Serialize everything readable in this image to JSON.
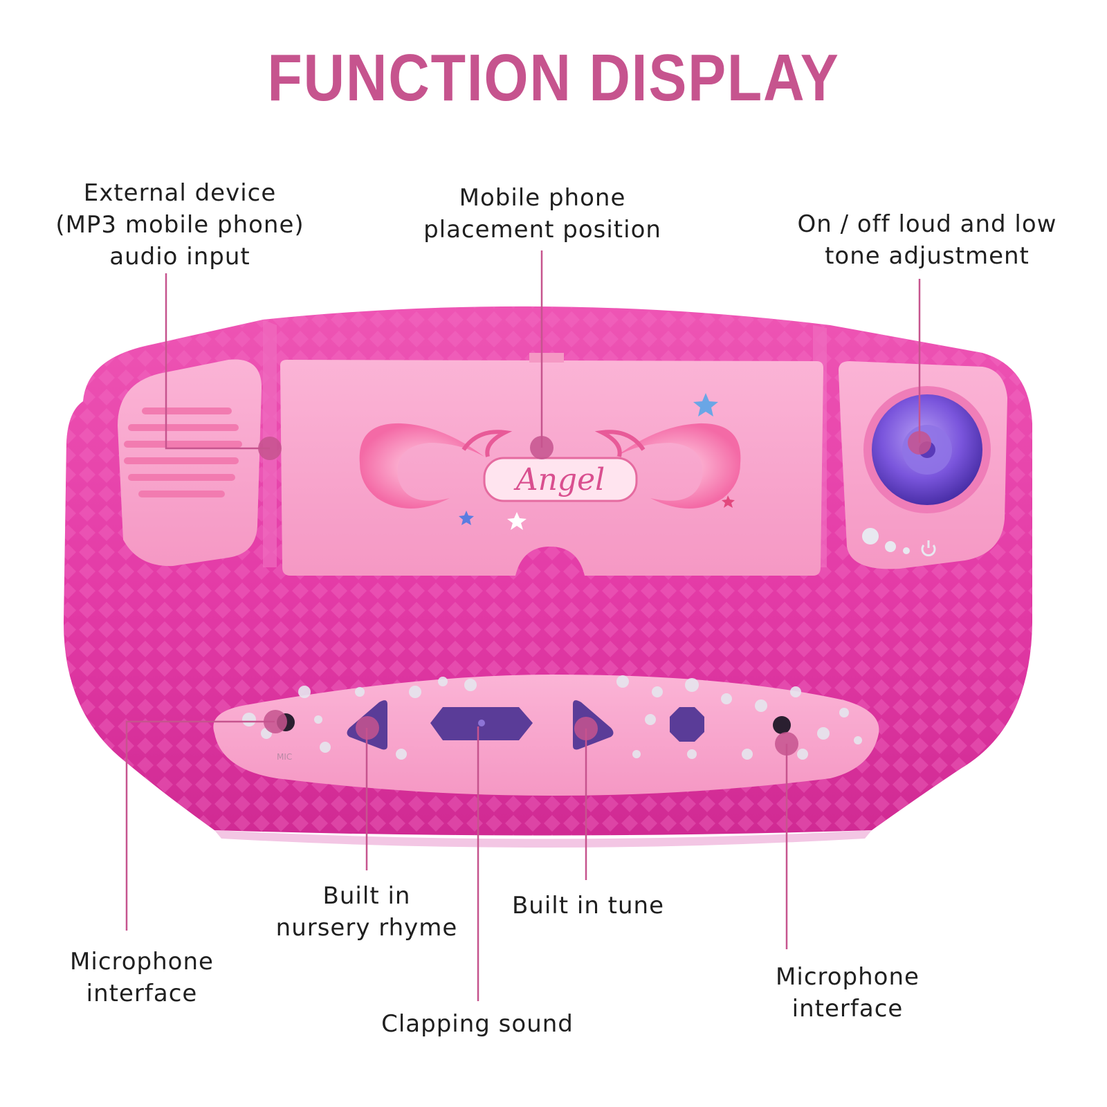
{
  "title": "FUNCTION DISPLAY",
  "accent_color": "#c6548e",
  "product": {
    "body_color": "#e0339e",
    "panel_color": "#f8a0c8",
    "knob_color": "#6c4bd0",
    "logo_text": "Angel",
    "mic_label": "MIC"
  },
  "labels": {
    "audio_input": [
      "External device",
      "(MP3 mobile phone)",
      "audio input"
    ],
    "phone_position": [
      "Mobile phone",
      "placement position"
    ],
    "tone_adjust": [
      "On / off loud and low",
      "tone adjustment"
    ],
    "nursery_rhyme": [
      "Built in",
      "nursery rhyme"
    ],
    "tune": [
      "Built in tune"
    ],
    "mic_left": [
      "Microphone",
      "interface"
    ],
    "clapping": [
      "Clapping sound"
    ],
    "mic_right": [
      "Microphone",
      "interface"
    ]
  }
}
